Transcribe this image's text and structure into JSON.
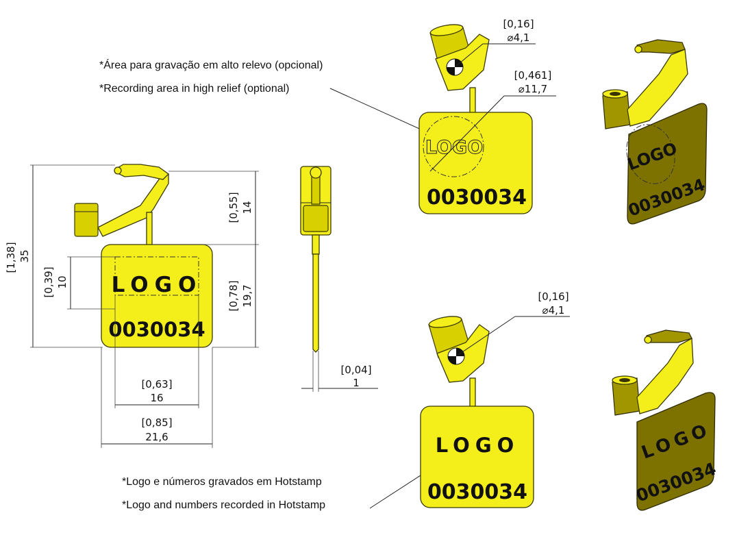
{
  "notes": {
    "relief_pt": "*Área para gravação em alto relevo (opcional)",
    "relief_en": "*Recording area in high relief (optional)",
    "hotstamp_pt": "*Logo e números gravados em Hotstamp",
    "hotstamp_en": "*Logo and numbers recorded in Hotstamp"
  },
  "seal": {
    "logo": "LOGO",
    "number": "0030034"
  },
  "dimensions": {
    "overall_in": "[1,38]",
    "overall_mm": "35",
    "top_in": "[0,55]",
    "top_mm": "14",
    "tag_in": "[0,78]",
    "tag_mm": "19,7",
    "area_h_in": "[0,39]",
    "area_h_mm": "10",
    "area_w_in": "[0,63]",
    "area_w_mm": "16",
    "tag_w_in": "[0,85]",
    "tag_w_mm": "21,6",
    "thick_in": "[0,04]",
    "thick_mm": "1",
    "hole_top_in": "[0,16]",
    "hole_top_mm": "⌀4,1",
    "relief_in": "[0,461]",
    "relief_mm": "⌀11,7",
    "hole_bot_in": "[0,16]",
    "hole_bot_mm": "⌀4,1"
  },
  "colors": {
    "seal_yellow": "#f4ee1a",
    "seal_dark": "#7d7200"
  }
}
